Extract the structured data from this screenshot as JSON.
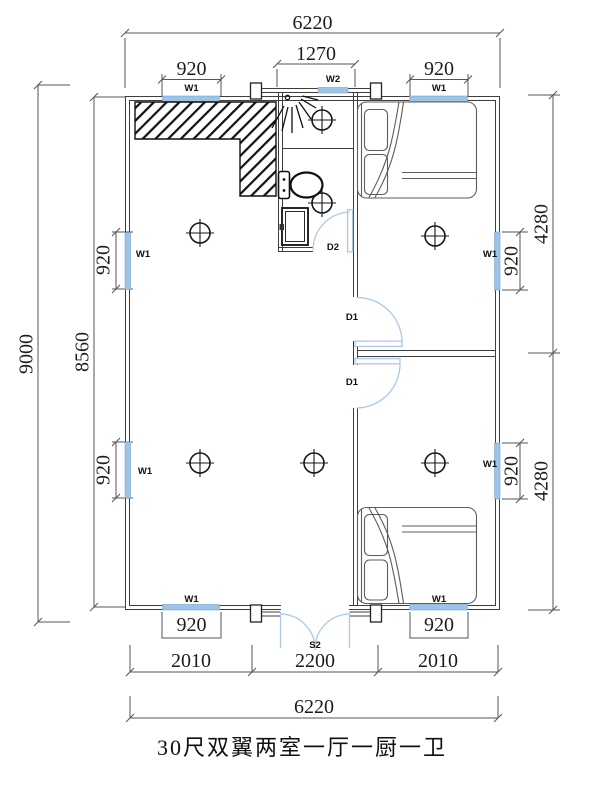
{
  "drawing": {
    "title": "30尺双翼两室一厅一厨一卫"
  },
  "dims": {
    "top_overall": "6220",
    "top_entry": "1270",
    "top_win_left": "920",
    "top_win_right": "920",
    "left_overall": "9000",
    "left_inner": "8560",
    "left_win_upper": "920",
    "left_win_lower": "920",
    "right_room_upper": "4280",
    "right_room_lower": "4280",
    "right_win_upper": "920",
    "right_win_lower": "920",
    "bottom_win_left": "920",
    "bottom_win_right": "920",
    "bottom_seg_left": "2010",
    "bottom_seg_mid": "2200",
    "bottom_seg_right": "2010",
    "bottom_overall": "6220"
  },
  "labels": {
    "w1": "W1",
    "w2": "W2",
    "d1": "D1",
    "d2": "D2",
    "s2": "S2"
  },
  "colors": {
    "window": "#9dc3e6",
    "door": "#a9c9ea"
  }
}
